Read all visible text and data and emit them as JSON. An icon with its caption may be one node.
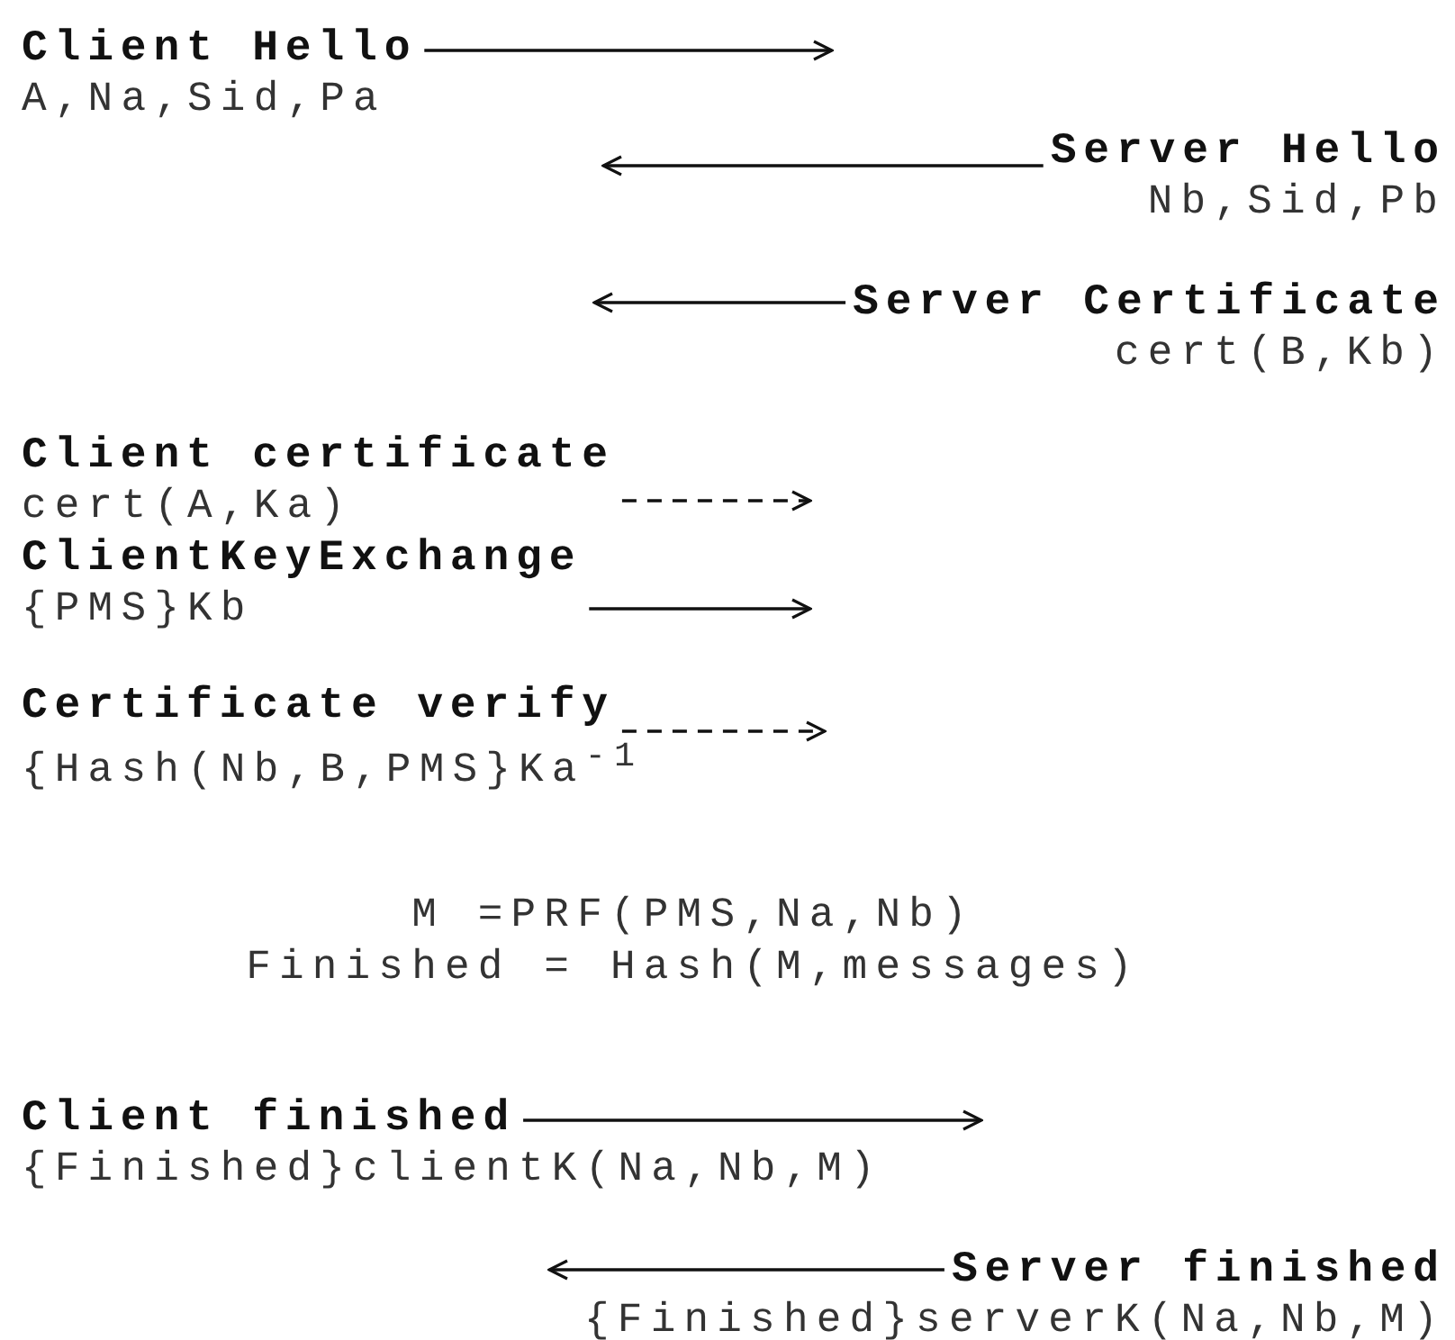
{
  "diagram": {
    "nodes": [
      {
        "text": [
          "Client Hello",
          "A,Na,Sid,Pa"
        ]
      },
      {
        "text": [
          "Server Hello",
          "Nb,Sid,Pb"
        ]
      },
      {
        "text": [
          "Server Certificate",
          "cert(B,Kb)"
        ]
      },
      {
        "text": [
          "Client certificate",
          "cert(A,Ka)"
        ]
      },
      {
        "text": [
          "ClientKeyExchange",
          "{PMS}Kb"
        ]
      },
      {
        "text": [
          "Certificate verify",
          "{Hash(Nb,B,PMS}Ka$^{-1}$"
        ]
      },
      {
        "text": [
          "Client finished",
          "{Finished}clientK(Na,Nb,M)"
        ]
      },
      {
        "text": [
          "Server finished",
          "{Finished}serverK(Na,Nb,M)"
        ]
      }
    ],
    "edges": [
      {
        "from": 0,
        "to": null,
        "arrow": "to"
      },
      {
        "from": 1,
        "to": null,
        "arrow": "to"
      },
      {
        "from": 2,
        "to": null,
        "arrow": "to"
      },
      {
        "from": 3,
        "to": null,
        "arrow": "to",
        "style": "dashed"
      },
      {
        "from": 4,
        "to": null,
        "arrow": "to"
      },
      {
        "from": 5,
        "to": null,
        "arrow": "to",
        "style": "dashed"
      },
      {
        "from": 6,
        "to": null,
        "arrow": "to"
      },
      {
        "from": 7,
        "to": null,
        "arrow": "to"
      }
    ],
    "labels": [
      "M =PRF(PMS,Na,Nb)",
      "Finished = Hash(M,messages)"
    ]
  }
}
